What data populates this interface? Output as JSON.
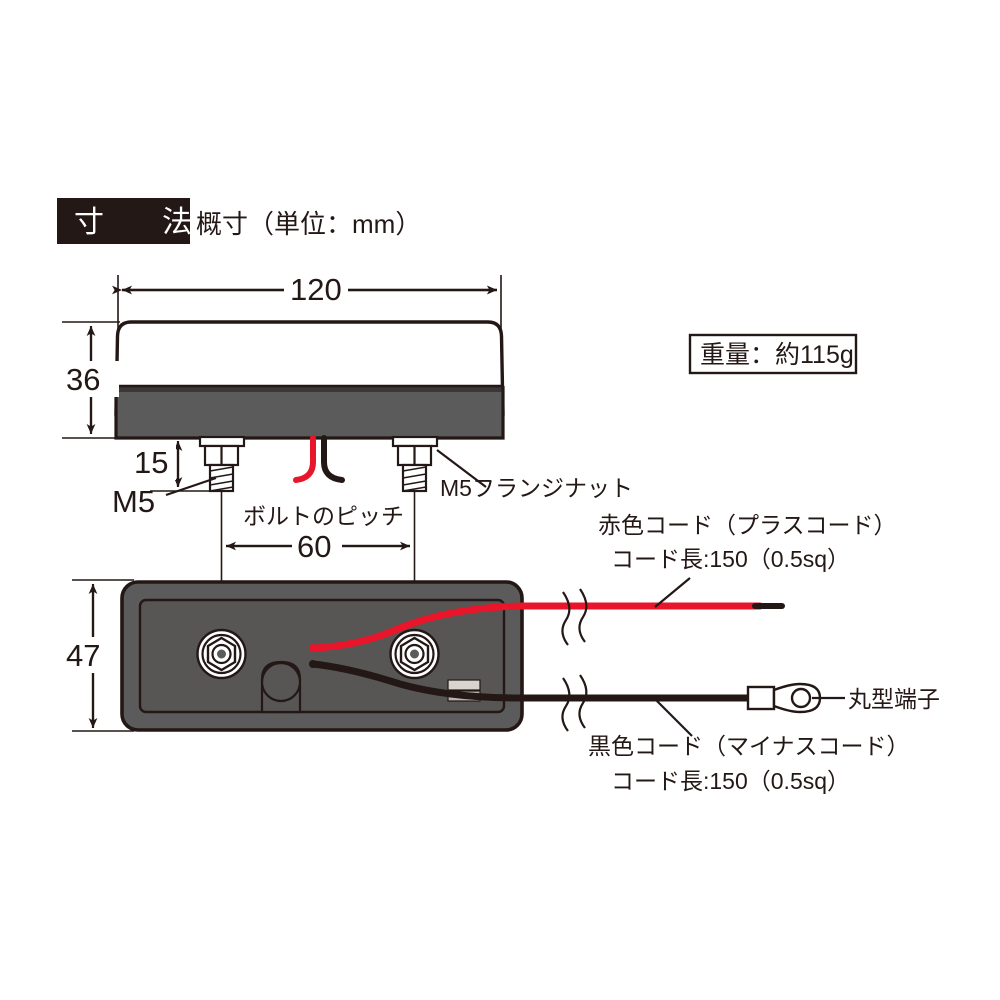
{
  "page": {
    "background": "#ffffff",
    "ink": "#231815"
  },
  "header": {
    "badge_label": "寸　法",
    "badge_bg": "#231815",
    "badge_fg": "#ffffff",
    "subtitle": "概寸（単位：mm）"
  },
  "weight_box": {
    "label": "重量：約115g"
  },
  "side_view": {
    "name": "side-view",
    "width_dim": "120",
    "height_dim": "36",
    "bolt_length_dim": "15",
    "bolt_label": "M5",
    "nut_label": "M5フランジナット",
    "bolt_pitch_caption": "ボルトのピッチ",
    "bolt_pitch_dim": "60",
    "lens_color": "#ffffff",
    "base_color": "#5c5b5b",
    "base_top_color": "#3a3736"
  },
  "bottom_view": {
    "name": "bottom-view",
    "height_dim": "47",
    "body_color": "#5c5b5b",
    "body_inner_color": "#575655",
    "outline_color": "#231815"
  },
  "cords": {
    "red": {
      "color": "#e8152b",
      "line1": "赤色コード（プラスコード）",
      "line2": "コード長:150（0.5sq）"
    },
    "black": {
      "color": "#231815",
      "line1": "黒色コード（マイナスコード）",
      "line2": "コード長:150（0.5sq）"
    },
    "terminal_label": "丸型端子"
  },
  "icons": {
    "hex_nut": "hex-nut-icon",
    "ring_terminal": "ring-terminal-icon",
    "wire_break": "wire-break-icon",
    "arrow": "dimension-arrow-icon"
  }
}
